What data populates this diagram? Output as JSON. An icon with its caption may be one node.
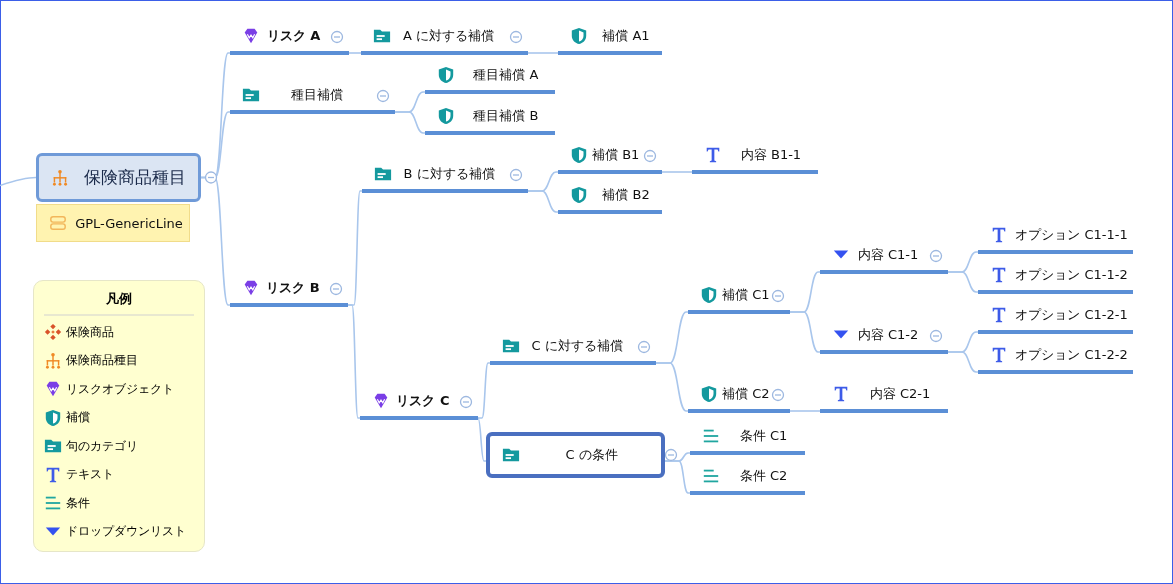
{
  "diagram": {
    "nodes": [
      {
        "text": [
          "保険商品種目"
        ]
      },
      {
        "text": [
          "GPL-GenericLine"
        ]
      },
      {
        "text": [
          "リスク A"
        ]
      },
      {
        "text": [
          "A に対する補償"
        ]
      },
      {
        "text": [
          "補償 A1"
        ]
      },
      {
        "text": [
          "種目補償"
        ]
      },
      {
        "text": [
          "種目補償 A"
        ]
      },
      {
        "text": [
          "種目補償 B"
        ]
      },
      {
        "text": [
          "リスク B"
        ]
      },
      {
        "text": [
          "B に対する補償"
        ]
      },
      {
        "text": [
          "補償 B1"
        ]
      },
      {
        "text": [
          "内容 B1-1"
        ]
      },
      {
        "text": [
          "補償 B2"
        ]
      },
      {
        "text": [
          "リスク C"
        ]
      },
      {
        "text": [
          "C に対する補償"
        ]
      },
      {
        "text": [
          "補償 C1"
        ]
      },
      {
        "text": [
          "内容 C1-1"
        ]
      },
      {
        "text": [
          "オプション C1-1-1"
        ]
      },
      {
        "text": [
          "オプション C1-1-2"
        ]
      },
      {
        "text": [
          "内容 C1-2"
        ]
      },
      {
        "text": [
          "オプション C1-2-1"
        ]
      },
      {
        "text": [
          "オプション C1-2-2"
        ]
      },
      {
        "text": [
          "補償 C2"
        ]
      },
      {
        "text": [
          "内容 C2-1"
        ]
      },
      {
        "text": [
          "C の条件"
        ]
      },
      {
        "text": [
          "条件 C1"
        ]
      },
      {
        "text": [
          "条件 C2"
        ]
      }
    ],
    "edges": [
      {
        "from": null,
        "to": 0,
        "arrow": "none"
      },
      {
        "from": 0,
        "to": 2,
        "arrow": "none"
      },
      {
        "from": 0,
        "to": 5,
        "arrow": "none"
      },
      {
        "from": 0,
        "to": 8,
        "arrow": "none"
      },
      {
        "from": 2,
        "to": 3,
        "arrow": "none"
      },
      {
        "from": 3,
        "to": 4,
        "arrow": "none"
      },
      {
        "from": 5,
        "to": 6,
        "arrow": "none"
      },
      {
        "from": 5,
        "to": 7,
        "arrow": "none"
      },
      {
        "from": 8,
        "to": 9,
        "arrow": "none"
      },
      {
        "from": 8,
        "to": 13,
        "arrow": "none"
      },
      {
        "from": 9,
        "to": 10,
        "arrow": "none"
      },
      {
        "from": 9,
        "to": 12,
        "arrow": "none"
      },
      {
        "from": 10,
        "to": 11,
        "arrow": "none"
      },
      {
        "from": 13,
        "to": 14,
        "arrow": "none"
      },
      {
        "from": 13,
        "to": 24,
        "arrow": "none"
      },
      {
        "from": 14,
        "to": 15,
        "arrow": "none"
      },
      {
        "from": 14,
        "to": 22,
        "arrow": "none"
      },
      {
        "from": 15,
        "to": 16,
        "arrow": "none"
      },
      {
        "from": 15,
        "to": 19,
        "arrow": "none"
      },
      {
        "from": 16,
        "to": 17,
        "arrow": "none"
      },
      {
        "from": 16,
        "to": 18,
        "arrow": "none"
      },
      {
        "from": 19,
        "to": 20,
        "arrow": "none"
      },
      {
        "from": 19,
        "to": 21,
        "arrow": "none"
      },
      {
        "from": 22,
        "to": 23,
        "arrow": "none"
      },
      {
        "from": 24,
        "to": 25,
        "arrow": "none"
      },
      {
        "from": 24,
        "to": 26,
        "arrow": "none"
      }
    ],
    "labels": [
      "凡例"
    ],
    "legend": [
      {
        "text": "保険商品"
      },
      {
        "text": "保険商品種目"
      },
      {
        "text": "リスクオブジェクト"
      },
      {
        "text": "補償"
      },
      {
        "text": "句のカテゴリ"
      },
      {
        "text": "テキスト"
      },
      {
        "text": "条件"
      },
      {
        "text": "ドロップダウンリスト"
      }
    ]
  }
}
